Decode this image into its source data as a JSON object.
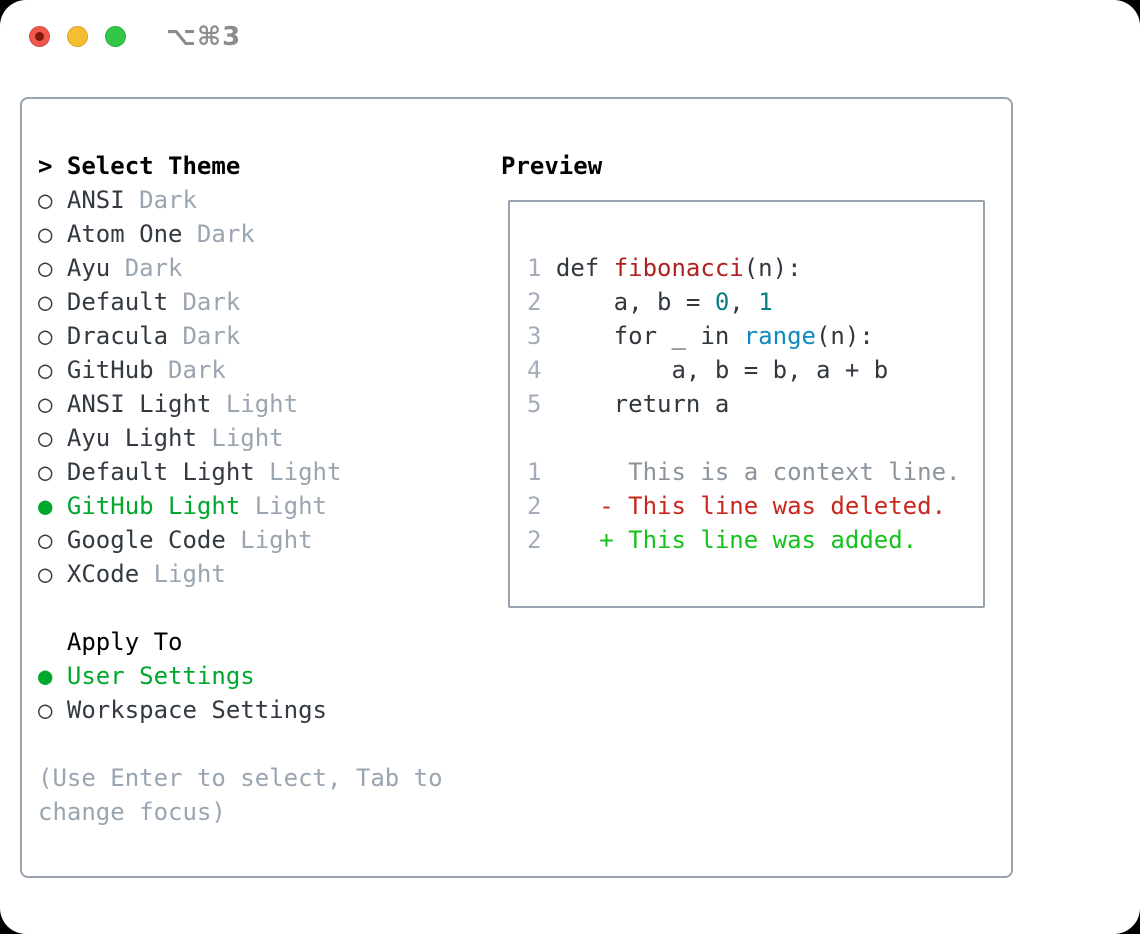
{
  "window": {
    "title": "⌥⌘3",
    "traffic_lights": [
      "close",
      "minimize",
      "zoom"
    ]
  },
  "theme_panel": {
    "header": {
      "marker": ">",
      "label": "Select Theme"
    },
    "themes": [
      {
        "name": "ANSI",
        "category": "Dark",
        "selected": false
      },
      {
        "name": "Atom One",
        "category": "Dark",
        "selected": false
      },
      {
        "name": "Ayu",
        "category": "Dark",
        "selected": false
      },
      {
        "name": "Default",
        "category": "Dark",
        "selected": false
      },
      {
        "name": "Dracula",
        "category": "Dark",
        "selected": false
      },
      {
        "name": "GitHub",
        "category": "Dark",
        "selected": false
      },
      {
        "name": "ANSI Light",
        "category": "Light",
        "selected": false
      },
      {
        "name": "Ayu Light",
        "category": "Light",
        "selected": false
      },
      {
        "name": "Default Light",
        "category": "Light",
        "selected": false
      },
      {
        "name": "GitHub Light",
        "category": "Light",
        "selected": true
      },
      {
        "name": "Google Code",
        "category": "Light",
        "selected": false
      },
      {
        "name": "XCode",
        "category": "Light",
        "selected": false
      }
    ],
    "radio_icons": {
      "selected": "●",
      "unselected": "○"
    },
    "apply_to": {
      "header": "Apply To",
      "options": [
        {
          "name": "User Settings",
          "selected": true
        },
        {
          "name": "Workspace Settings",
          "selected": false
        }
      ]
    },
    "help_lines": [
      "(Use Enter to select, Tab to",
      "change focus)"
    ]
  },
  "preview": {
    "header": "Preview",
    "code_block": {
      "lines": [
        {
          "num": "1",
          "tokens": [
            {
              "t": " def ",
              "c": "plain"
            },
            {
              "t": "fibonacci",
              "c": "fn"
            },
            {
              "t": "(n):",
              "c": "plain"
            }
          ]
        },
        {
          "num": "2",
          "tokens": [
            {
              "t": "     a, b = ",
              "c": "plain"
            },
            {
              "t": "0",
              "c": "num"
            },
            {
              "t": ", ",
              "c": "plain"
            },
            {
              "t": "1",
              "c": "num"
            }
          ]
        },
        {
          "num": "3",
          "tokens": [
            {
              "t": "     for _ in ",
              "c": "plain"
            },
            {
              "t": "range",
              "c": "builtin"
            },
            {
              "t": "(n):",
              "c": "plain"
            }
          ]
        },
        {
          "num": "4",
          "tokens": [
            {
              "t": "         a, b = b, a + b",
              "c": "plain"
            }
          ]
        },
        {
          "num": "5",
          "tokens": [
            {
              "t": "     return a",
              "c": "plain"
            }
          ]
        },
        {
          "num": "",
          "tokens": []
        },
        {
          "num": "1",
          "tokens": [
            {
              "t": "      This is a context line.",
              "c": "context"
            }
          ]
        },
        {
          "num": "2",
          "tokens": [
            {
              "t": "    - This line was deleted.",
              "c": "deleted"
            }
          ]
        },
        {
          "num": "2",
          "tokens": [
            {
              "t": "    + This line was added.",
              "c": "added"
            }
          ]
        }
      ]
    }
  },
  "colors": {
    "window_bg": "#ffffff",
    "border_gray": "#9aa4b0",
    "header_black": "#000000",
    "item_text": "#333a42",
    "muted_gray": "#9aa5b2",
    "accent_green": "#00a82d",
    "line_number": "#a3adba",
    "code_plain": "#32383f",
    "function_red": "#b02121",
    "builtin_blue": "#0e8ac2",
    "number_teal": "#0d7d84",
    "context_gray": "#8b949c",
    "deleted_red": "#c9271d",
    "added_green": "#14c21b",
    "titlebar_text": "#8c8c8c",
    "traffic_red": "#f2574c",
    "traffic_red_dot": "#7e1a10",
    "traffic_yellow": "#f5bd30",
    "traffic_green": "#33c748"
  }
}
